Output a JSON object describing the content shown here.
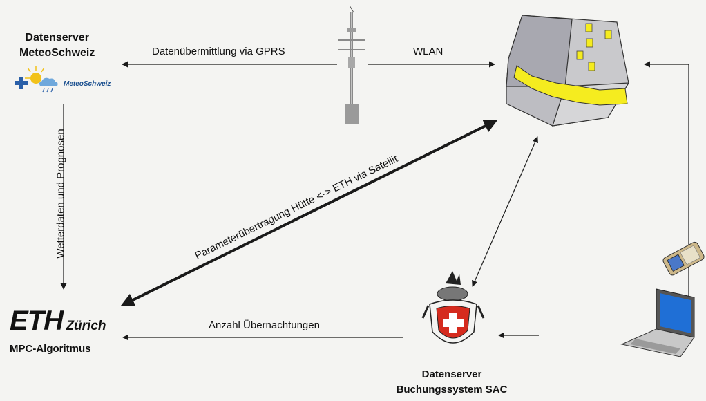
{
  "nodes": {
    "meteo": {
      "title_line1": "Datenserver",
      "title_line2": "MeteoSchweiz",
      "logo_text": "MeteoSchweiz",
      "logo_icon": "meteoschweiz-logo-icon"
    },
    "eth": {
      "logo_word": "ETH",
      "logo_city": "Zürich",
      "subtitle": "MPC-Algoritmus"
    },
    "sac": {
      "title_line1": "Datenserver",
      "title_line2": "Buchungssystem SAC",
      "logo_icon": "sac-emblem-icon"
    },
    "hut": {
      "icon": "mountain-hut-icon"
    },
    "weather_station": {
      "icon": "weather-mast-icon"
    },
    "phone": {
      "icon": "mobile-phone-icon"
    },
    "laptop": {
      "icon": "laptop-icon"
    }
  },
  "edges": {
    "gprs": "Datenübermittlung via GPRS",
    "wlan": "WLAN",
    "forecast": "Wetterdaten und Prognosen",
    "satellite": "Parameterübertragung Hütte <-> ETH via Satellit",
    "overnight": "Anzahl Übernachtungen"
  },
  "colors": {
    "arrow": "#1a1a1a",
    "hut_wall": "#c9c9c9",
    "hut_roof": "#a9a9b0",
    "hut_band": "#f5ec1f",
    "laptop_screen": "#1f6fd6",
    "swiss_red": "#d52b1e"
  }
}
